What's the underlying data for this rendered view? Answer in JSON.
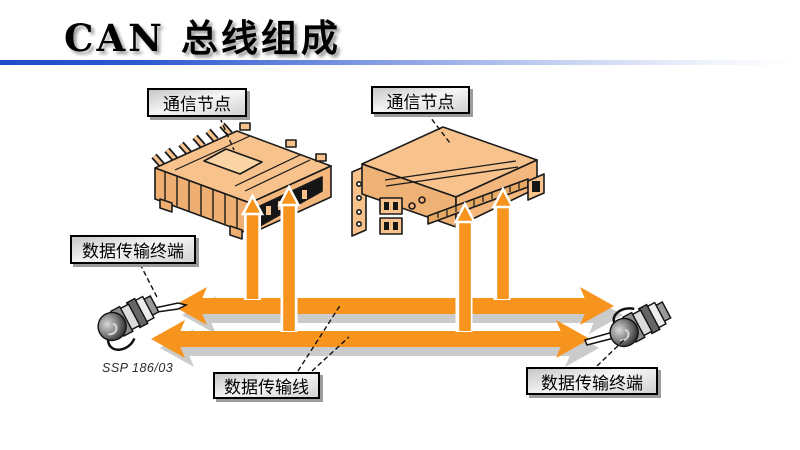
{
  "slide": {
    "title": "CAN 总线组成",
    "source_ref": "SSP 186/03"
  },
  "callouts": {
    "comm_node_left": {
      "label": "通信节点"
    },
    "comm_node_right": {
      "label": "通信节点"
    },
    "terminal_left": {
      "label": "数据传输终端"
    },
    "terminal_right": {
      "label": "数据传输终端"
    },
    "bus_line": {
      "label": "数据传输线"
    }
  },
  "colors": {
    "bus_orange": "#F7941D",
    "shadow_gray": "#CBCBCB",
    "ecu_fill": "#F7C28C",
    "title_rule_blue": "#1E4BC8",
    "callout_border": "#000000"
  },
  "icons": {
    "ecu_left": "finned-control-unit-illustration",
    "ecu_right": "control-unit-illustration",
    "terminator_left": "bus-terminator-plug-illustration",
    "terminator_right": "bus-terminator-plug-illustration",
    "bus_arrows": "double-headed-bus-arrow"
  }
}
